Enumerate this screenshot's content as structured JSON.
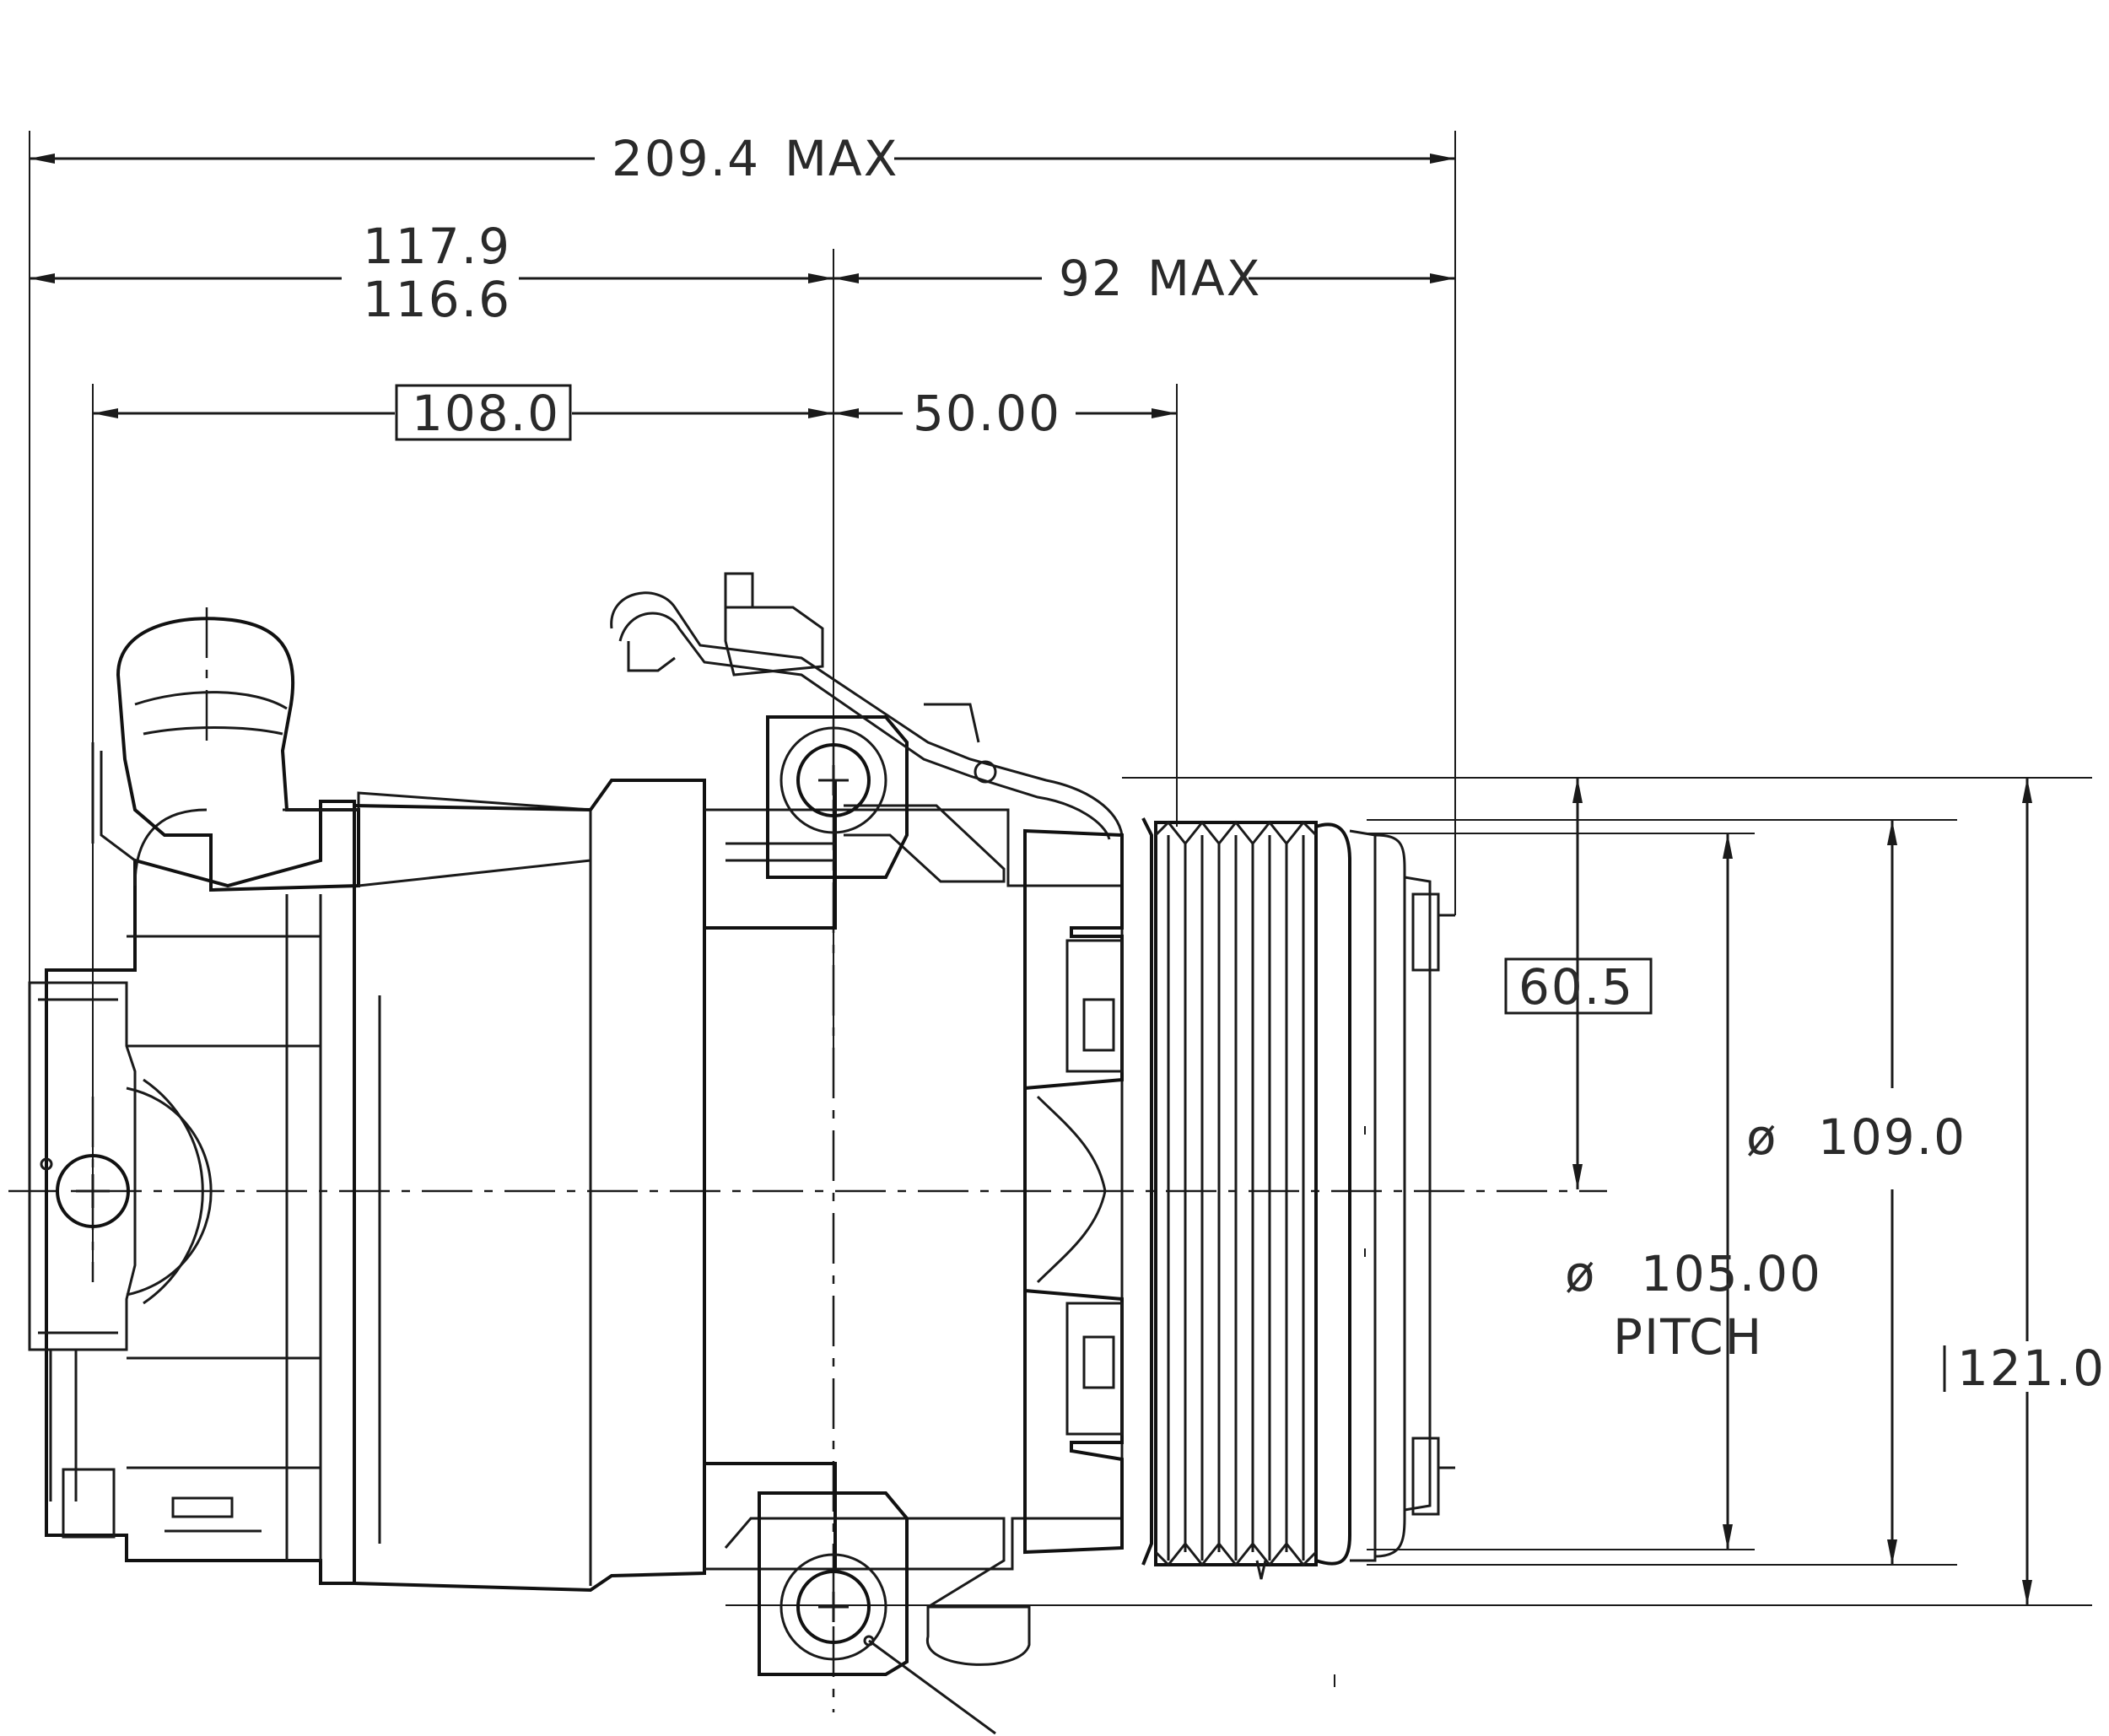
{
  "dimensions": {
    "overall_length": "209.4",
    "overall_length_note": "MAX",
    "body_length_upper": "117.9",
    "body_length_lower": "116.6",
    "clutch_length": "92",
    "clutch_length_note": "MAX",
    "mount_spacing": "108.0",
    "pulley_offset": "50.00",
    "center_height": "60.5",
    "clutch_diameter_symbol": "ø",
    "clutch_diameter": "109.0",
    "pitch_diameter_symbol": "ø",
    "pitch_diameter": "105.00",
    "pitch_label": "PITCH",
    "overall_height": "121.0"
  }
}
